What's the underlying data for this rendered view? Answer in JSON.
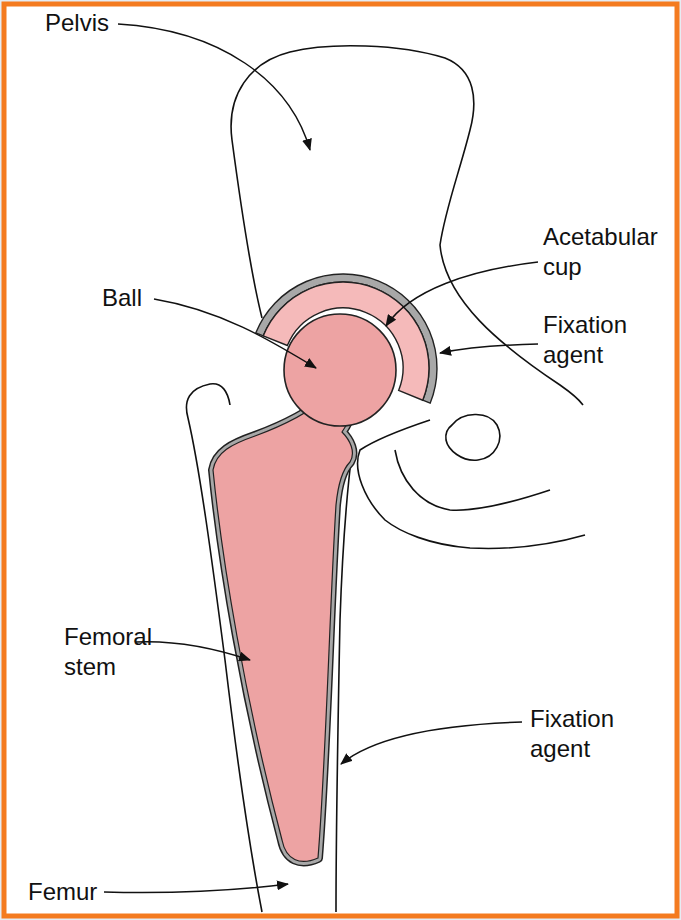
{
  "diagram": {
    "labels": [
      "Pelvis",
      "Acetabular cup",
      "Ball",
      "Fixation agent",
      "Femoral stem",
      "Fixation agent",
      "Femur"
    ]
  }
}
